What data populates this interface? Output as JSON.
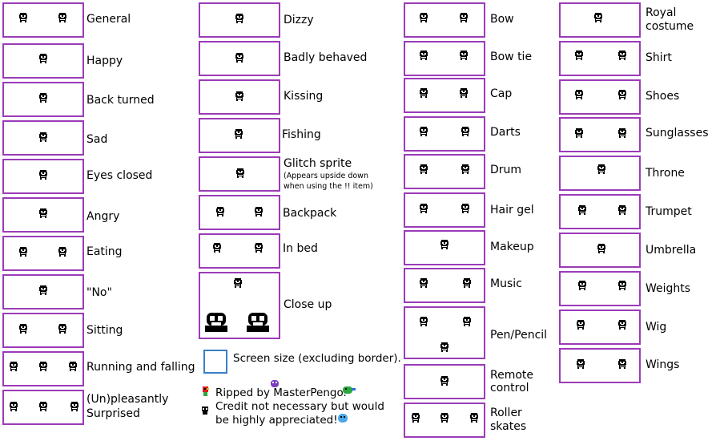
{
  "colors": {
    "border": "#9b3bb8",
    "screen_border": "#3a7fc8"
  },
  "columns": [
    {
      "items": [
        {
          "label": "General"
        },
        {
          "label": "Happy"
        },
        {
          "label": "Back turned"
        },
        {
          "label": "Sad"
        },
        {
          "label": "Eyes closed"
        },
        {
          "label": "Angry"
        },
        {
          "label": "Eating"
        },
        {
          "label": "\"No\""
        },
        {
          "label": "Sitting"
        },
        {
          "label": "Running and falling"
        },
        {
          "label": "(Un)pleasantly",
          "label2": "Surprised"
        }
      ]
    },
    {
      "items": [
        {
          "label": "Dizzy"
        },
        {
          "label": "Badly behaved"
        },
        {
          "label": "Kissing"
        },
        {
          "label": "Fishing"
        },
        {
          "label": "Glitch sprite",
          "note": "(Appears upside down",
          "note2": "when using the !! item)"
        },
        {
          "label": "Backpack"
        },
        {
          "label": "In bed"
        },
        {
          "label": "Close up"
        }
      ]
    },
    {
      "items": [
        {
          "label": "Bow"
        },
        {
          "label": "Bow tie"
        },
        {
          "label": "Cap"
        },
        {
          "label": "Darts"
        },
        {
          "label": "Drum"
        },
        {
          "label": "Hair gel"
        },
        {
          "label": "Makeup"
        },
        {
          "label": "Music"
        },
        {
          "label": "Pen/Pencil"
        },
        {
          "label": "Remote",
          "label2": "control"
        },
        {
          "label": "Roller",
          "label2": "skates"
        }
      ]
    },
    {
      "items": [
        {
          "label": "Royal",
          "label2": "costume"
        },
        {
          "label": "Shirt"
        },
        {
          "label": "Shoes"
        },
        {
          "label": "Sunglasses"
        },
        {
          "label": "Throne"
        },
        {
          "label": "Trumpet"
        },
        {
          "label": "Umbrella"
        },
        {
          "label": "Weights"
        },
        {
          "label": "Wig"
        },
        {
          "label": "Wings"
        }
      ]
    }
  ],
  "legend": {
    "screen_size": "Screen size (excluding border)."
  },
  "credits": {
    "line1": "Ripped by MasterPengo.",
    "line2": "Credit not necessary but would",
    "line3": "be highly appreciated!"
  }
}
